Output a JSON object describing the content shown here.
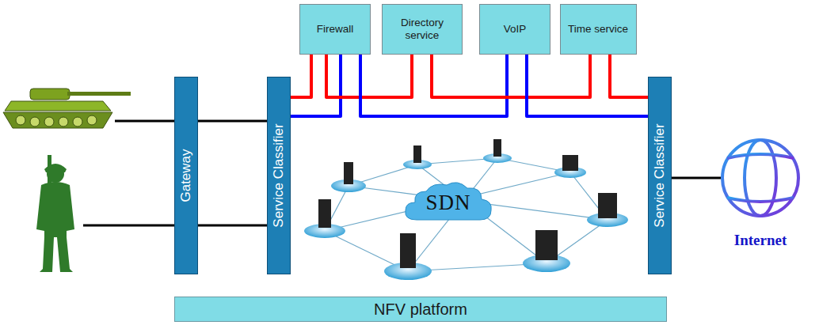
{
  "diagram": {
    "nodes": [
      {
        "text": [
          "Gateway"
        ]
      },
      {
        "text": [
          "Service Classifier"
        ]
      },
      {
        "text": [
          "Firewall"
        ]
      },
      {
        "text": [
          "Directory service"
        ]
      },
      {
        "text": [
          "VoIP"
        ]
      },
      {
        "text": [
          "Time service"
        ]
      },
      {
        "text": [
          "Service Classifier"
        ]
      },
      {
        "text": [
          "SDN"
        ]
      },
      {
        "text": [
          "NFV platform"
        ]
      }
    ],
    "edges": [
      {
        "from": 0,
        "to": 1,
        "arrow": "none"
      },
      {
        "from": 0,
        "to": 1,
        "arrow": "none"
      },
      {
        "from": 1,
        "to": 2,
        "arrow": "none"
      },
      {
        "from": 1,
        "to": 2,
        "arrow": "none"
      },
      {
        "from": 2,
        "to": 3,
        "arrow": "none"
      },
      {
        "from": 2,
        "to": 4,
        "arrow": "none"
      },
      {
        "from": 3,
        "to": 5,
        "arrow": "none"
      },
      {
        "from": 4,
        "to": 6,
        "arrow": "none"
      },
      {
        "from": 5,
        "to": 6,
        "arrow": "none"
      }
    ],
    "labels": [
      "Internet"
    ]
  }
}
